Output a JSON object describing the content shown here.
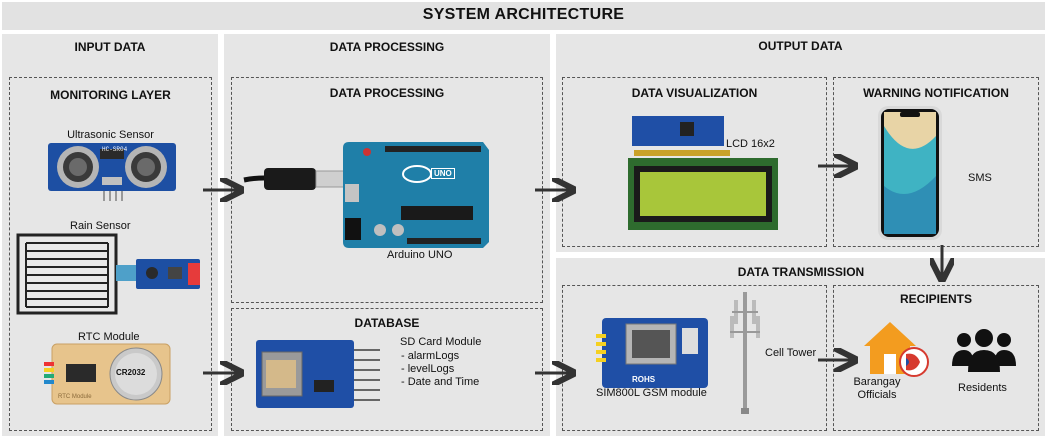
{
  "title": "SYSTEM ARCHITECTURE",
  "sections": {
    "input": "INPUT DATA",
    "processing": "DATA PROCESSING",
    "output": "OUTPUT DATA"
  },
  "input": {
    "layer_title": "MONITORING LAYER",
    "ultrasonic_label": "Ultrasonic Sensor",
    "ultrasonic_text": "HC-SR04",
    "rain_label": "Rain Sensor",
    "rtc_label": "RTC Module",
    "rtc_battery": "CR2032",
    "rtc_board_text": "RTC Module"
  },
  "processing": {
    "box_title": "DATA PROCESSING",
    "arduino_label": "Arduino UNO",
    "arduino_logo": "UNO",
    "database_title": "DATABASE",
    "sd_title": "SD Card Module",
    "sd_items": [
      "- alarmLogs",
      "- levelLogs",
      "- Date and Time"
    ]
  },
  "output": {
    "visualization_title": "DATA VISUALIZATION",
    "lcd_label": "LCD 16x2",
    "warning_title": "WARNING NOTIFICATION",
    "sms_label": "SMS",
    "transmission_title": "DATA TRANSMISSION",
    "gsm_label": "SIM800L GSM module",
    "gsm_chip_text": "ROHS",
    "tower_label": "Cell Tower",
    "recipients_title": "RECIPIENTS",
    "officials_label_1": "Barangay",
    "officials_label_2": "Officials",
    "residents_label": "Residents"
  },
  "colors": {
    "panel": "#e6e6e6",
    "arduino_blue": "#1f7fa8",
    "module_blue": "#1f4fa6",
    "lcd_green": "#a8c63a",
    "house_orange": "#f39c1f",
    "arrow": "#333333"
  }
}
